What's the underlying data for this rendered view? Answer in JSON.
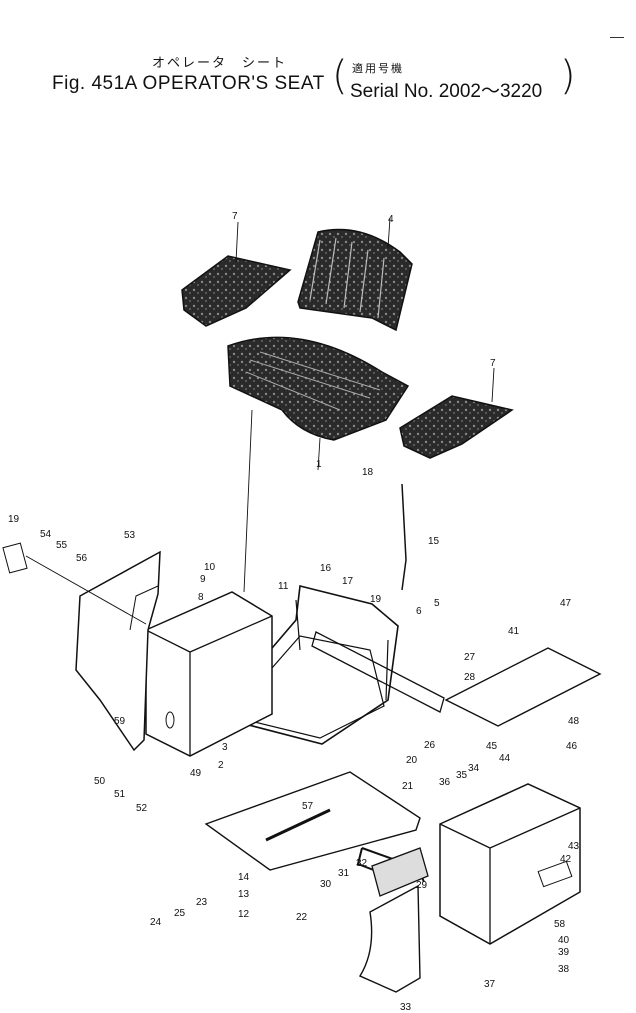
{
  "header": {
    "jp_title": "オペレータ　シート",
    "fig_title": "Fig. 451A   OPERATOR'S SEAT",
    "jp_serial": "適用号機",
    "serial_text": "Serial No. 2002～3220"
  },
  "part_numbers": [
    "1",
    "2",
    "3",
    "4",
    "5",
    "6",
    "7",
    "7",
    "8",
    "9",
    "10",
    "11",
    "12",
    "13",
    "14",
    "15",
    "16",
    "17",
    "18",
    "19",
    "19",
    "20",
    "21",
    "22",
    "23",
    "24",
    "25",
    "26",
    "27",
    "28",
    "29",
    "30",
    "31",
    "32",
    "33",
    "34",
    "35",
    "36",
    "37",
    "38",
    "39",
    "40",
    "41",
    "42",
    "43",
    "44",
    "45",
    "46",
    "47",
    "48",
    "49",
    "50",
    "51",
    "52",
    "53",
    "54",
    "55",
    "56",
    "57",
    "58",
    "59",
    "60"
  ]
}
